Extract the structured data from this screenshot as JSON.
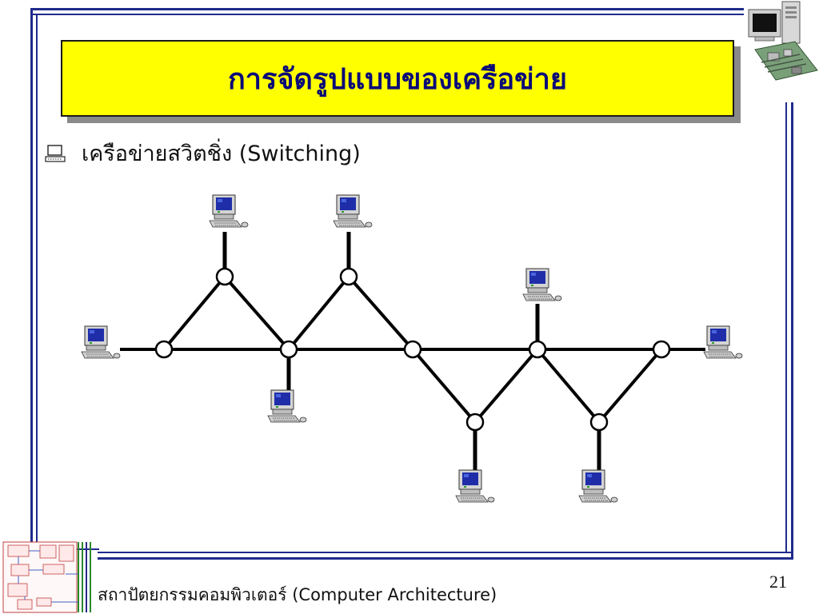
{
  "slide": {
    "title": "การจัดรูปแบบของเครือข่าย",
    "bullet_text": "เครือข่ายสวิตชิ่ง (Switching)",
    "footer_text": "สถาปัตยกรรมคอมพิวเตอร์ (Computer Architecture)",
    "page_number": "21"
  },
  "colors": {
    "title_background": "#ffff00",
    "title_text": "#0a0a78",
    "frame": "#1f2a8c"
  },
  "icons": {
    "bullet": "computer-bullet-icon",
    "corner_top": "pc-hardware-icon",
    "corner_bottom": "block-diagram-icon",
    "node_device": "computer-icon"
  }
}
